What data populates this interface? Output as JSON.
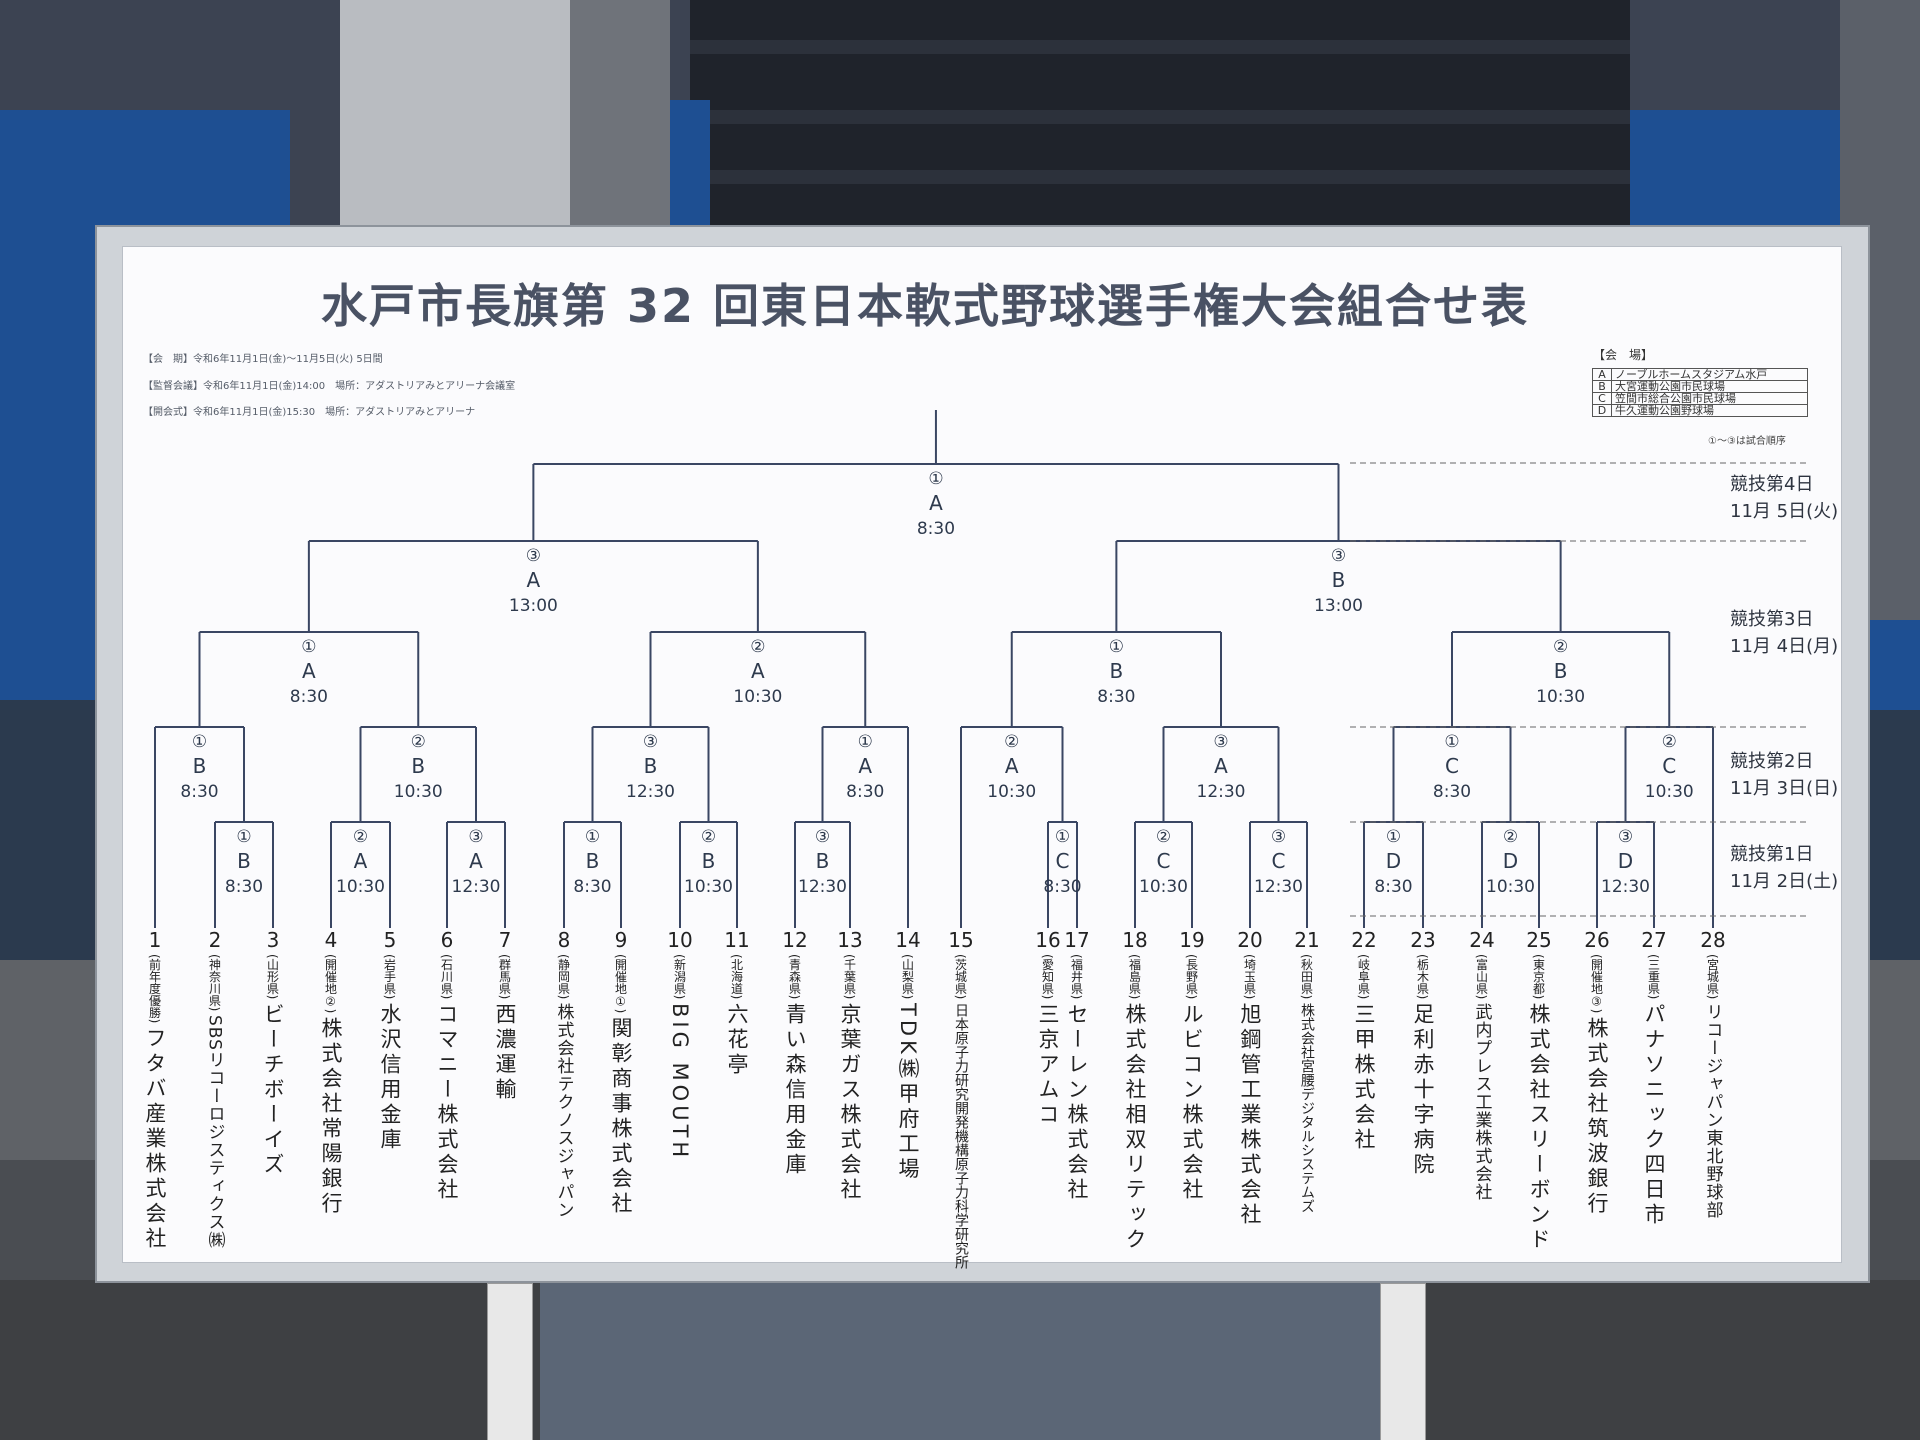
{
  "board": {
    "title": "水戸市長旗第 32 回東日本軟式野球選手権大会組合せ表",
    "info": [
      "【会　期】令和6年11月1日(金)～11月5日(火) 5日間",
      "【監督会議】令和6年11月1日(金)14:00　場所：アダストリアみとアリーナ会議室",
      "【開会式】令和6年11月1日(金)15:30　場所：アダストリアみとアリーナ"
    ],
    "venue_heading": "【会　場】",
    "venues": [
      {
        "key": "A",
        "name": "ノーブルホームスタジアム水戸"
      },
      {
        "key": "B",
        "name": "大宮運動公園市民球場"
      },
      {
        "key": "C",
        "name": "笠間市総合公園市民球場"
      },
      {
        "key": "D",
        "name": "牛久運動公園野球場"
      }
    ],
    "venue_note": "①～③は試合順序",
    "rounds": [
      {
        "label": "競技第4日",
        "date": "11月 5日(火)"
      },
      {
        "label": "競技第3日",
        "date": "11月 4日(月)"
      },
      {
        "label": "競技第2日",
        "date": "11月 3日(日)"
      },
      {
        "label": "競技第1日",
        "date": "11月 2日(土)"
      }
    ]
  },
  "matches": [
    {
      "order": "①",
      "venue": "A",
      "time": "8:30"
    },
    {
      "order": "③",
      "venue": "A",
      "time": "13:00"
    },
    {
      "order": "③",
      "venue": "B",
      "time": "13:00"
    },
    {
      "order": "①",
      "venue": "A",
      "time": "8:30"
    },
    {
      "order": "②",
      "venue": "A",
      "time": "10:30"
    },
    {
      "order": "①",
      "venue": "B",
      "time": "8:30"
    },
    {
      "order": "②",
      "venue": "B",
      "time": "10:30"
    },
    {
      "order": "①",
      "venue": "B",
      "time": "8:30"
    },
    {
      "order": "②",
      "venue": "B",
      "time": "10:30"
    },
    {
      "order": "③",
      "venue": "B",
      "time": "12:30"
    },
    {
      "order": "①",
      "venue": "A",
      "time": "8:30"
    },
    {
      "order": "②",
      "venue": "A",
      "time": "10:30"
    },
    {
      "order": "③",
      "venue": "A",
      "time": "12:30"
    },
    {
      "order": "①",
      "venue": "C",
      "time": "8:30"
    },
    {
      "order": "②",
      "venue": "C",
      "time": "10:30"
    },
    {
      "order": "①",
      "venue": "A",
      "time": "8:30"
    },
    {
      "order": "②",
      "venue": "A",
      "time": "10:30"
    },
    {
      "order": "③",
      "venue": "A",
      "time": "12:30"
    },
    {
      "order": "①",
      "venue": "B",
      "time": "8:30"
    },
    {
      "order": "②",
      "venue": "B",
      "time": "10:30"
    },
    {
      "order": "③",
      "venue": "B",
      "time": "12:30"
    },
    {
      "order": "①",
      "venue": "C",
      "time": "8:30"
    },
    {
      "order": "②",
      "venue": "C",
      "time": "10:30"
    },
    {
      "order": "③",
      "venue": "C",
      "time": "12:30"
    },
    {
      "order": "①",
      "venue": "D",
      "time": "8:30"
    },
    {
      "order": "②",
      "venue": "D",
      "time": "10:30"
    },
    {
      "order": "③",
      "venue": "D",
      "time": "12:30"
    }
  ],
  "teams": [
    {
      "num": "1",
      "pref": "前年度優勝",
      "name": "フタバ産業株式会社"
    },
    {
      "num": "2",
      "pref": "神奈川県",
      "name": "SBSリコーロジスティクス㈱"
    },
    {
      "num": "3",
      "pref": "山形県",
      "name": "ビーチボーイズ"
    },
    {
      "num": "4",
      "pref": "開催地②",
      "name": "株式会社常陽銀行"
    },
    {
      "num": "5",
      "pref": "岩手県",
      "name": "水沢信用金庫"
    },
    {
      "num": "6",
      "pref": "石川県",
      "name": "コマニー株式会社"
    },
    {
      "num": "7",
      "pref": "群馬県",
      "name": "西濃運輸"
    },
    {
      "num": "8",
      "pref": "静岡県",
      "name": "株式会社テクノスジャパン"
    },
    {
      "num": "9",
      "pref": "開催地①",
      "name": "関彰商事株式会社"
    },
    {
      "num": "10",
      "pref": "新潟県",
      "name": "BIG MOUTH"
    },
    {
      "num": "11",
      "pref": "北海道",
      "name": "六花亭"
    },
    {
      "num": "12",
      "pref": "青森県",
      "name": "青い森信用金庫"
    },
    {
      "num": "13",
      "pref": "千葉県",
      "name": "京葉ガス株式会社"
    },
    {
      "num": "14",
      "pref": "山梨県",
      "name": "TDK㈱甲府工場"
    },
    {
      "num": "15",
      "pref": "茨城県",
      "name": "日本原子力研究開発機構原子力科学研究所"
    },
    {
      "num": "16",
      "pref": "愛知県",
      "name": "三京アムコ"
    },
    {
      "num": "17",
      "pref": "福井県",
      "name": "セーレン株式会社"
    },
    {
      "num": "18",
      "pref": "福島県",
      "name": "株式会社相双リテック"
    },
    {
      "num": "19",
      "pref": "長野県",
      "name": "ルビコン株式会社"
    },
    {
      "num": "20",
      "pref": "埼玉県",
      "name": "旭鋼管工業株式会社"
    },
    {
      "num": "21",
      "pref": "秋田県",
      "name": "株式会社宮腰デジタルシステムズ"
    },
    {
      "num": "22",
      "pref": "岐阜県",
      "name": "三甲株式会社"
    },
    {
      "num": "23",
      "pref": "栃木県",
      "name": "足利赤十字病院"
    },
    {
      "num": "24",
      "pref": "富山県",
      "name": "武内プレス工業株式会社"
    },
    {
      "num": "25",
      "pref": "東京都",
      "name": "株式会社スリーボンド"
    },
    {
      "num": "26",
      "pref": "開催地③",
      "name": "株式会社筑波銀行"
    },
    {
      "num": "27",
      "pref": "三重県",
      "name": "パナソニック四日市"
    },
    {
      "num": "28",
      "pref": "宮城県",
      "name": "リコージャパン東北野球部"
    }
  ]
}
